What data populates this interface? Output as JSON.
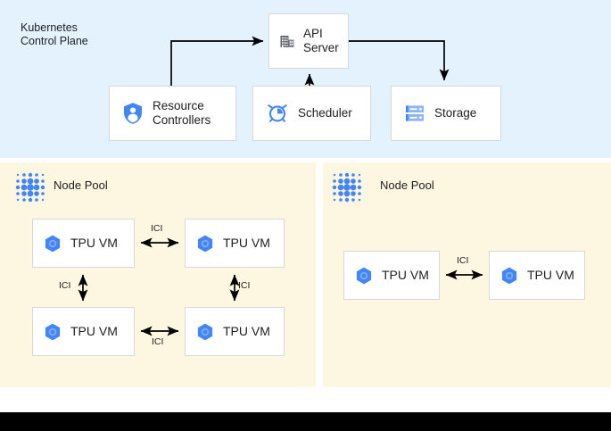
{
  "control_plane": {
    "title": "Kubernetes\nControl Plane",
    "background_color": "#e3f2fd",
    "boxes": [
      {
        "id": "api-server",
        "label": "API\nServer",
        "icon": "building-icon"
      },
      {
        "id": "resource-controllers",
        "label": "Resource\nControllers",
        "icon": "shield-person-icon"
      },
      {
        "id": "scheduler",
        "label": "Scheduler",
        "icon": "alarm-clock-icon"
      },
      {
        "id": "storage",
        "label": "Storage",
        "icon": "server-rack-icon"
      }
    ],
    "connectors": [
      {
        "from": "resource-controllers",
        "to": "api-server",
        "direction": "one-way"
      },
      {
        "from": "scheduler",
        "to": "api-server",
        "direction": "one-way"
      },
      {
        "from": "api-server",
        "to": "storage",
        "direction": "one-way"
      }
    ]
  },
  "node_pools": [
    {
      "id": "node-pool-1",
      "title": "Node Pool",
      "icon": "dot-grid-icon",
      "background_color": "#fdf6e0",
      "vms": [
        {
          "id": "tpu-vm-1",
          "label": "TPU VM",
          "icon": "tpu-hexagon-icon"
        },
        {
          "id": "tpu-vm-2",
          "label": "TPU VM",
          "icon": "tpu-hexagon-icon"
        },
        {
          "id": "tpu-vm-3",
          "label": "TPU VM",
          "icon": "tpu-hexagon-icon"
        },
        {
          "id": "tpu-vm-4",
          "label": "TPU VM",
          "icon": "tpu-hexagon-icon"
        }
      ],
      "links": [
        {
          "id": "ici-top",
          "label": "ICI",
          "from": "tpu-vm-1",
          "to": "tpu-vm-2",
          "direction": "bidirectional"
        },
        {
          "id": "ici-left",
          "label": "ICI",
          "from": "tpu-vm-1",
          "to": "tpu-vm-3",
          "direction": "bidirectional"
        },
        {
          "id": "ici-right",
          "label": "ICI",
          "from": "tpu-vm-2",
          "to": "tpu-vm-4",
          "direction": "bidirectional"
        },
        {
          "id": "ici-bottom",
          "label": "ICI",
          "from": "tpu-vm-3",
          "to": "tpu-vm-4",
          "direction": "bidirectional"
        }
      ]
    },
    {
      "id": "node-pool-2",
      "title": "Node Pool",
      "icon": "dot-grid-icon",
      "background_color": "#fdf6e0",
      "vms": [
        {
          "id": "tpu-vm-5",
          "label": "TPU VM",
          "icon": "tpu-hexagon-icon"
        },
        {
          "id": "tpu-vm-6",
          "label": "TPU VM",
          "icon": "tpu-hexagon-icon"
        }
      ],
      "links": [
        {
          "id": "ici-pool2",
          "label": "ICI",
          "from": "tpu-vm-5",
          "to": "tpu-vm-6",
          "direction": "bidirectional"
        }
      ]
    }
  ],
  "colors": {
    "control_plane_bg": "#e3f2fd",
    "node_pool_bg": "#fdf6e0",
    "box_bg": "#ffffff",
    "box_border": "#d8d8d8",
    "accent_blue": "#4285f4",
    "icon_gray": "#5f6368",
    "text": "#202124",
    "connector": "#000000",
    "bottom_bar": "#000000"
  }
}
